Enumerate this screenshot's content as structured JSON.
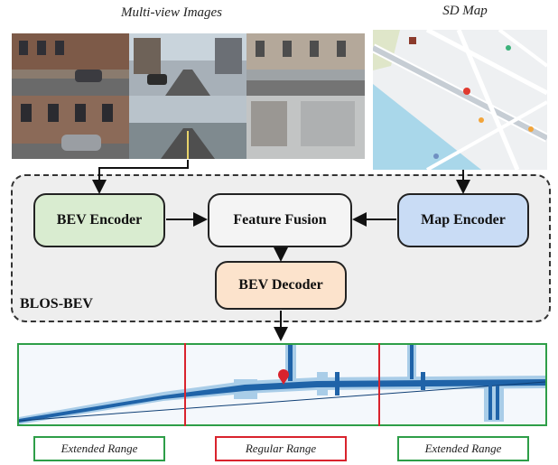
{
  "titles": {
    "multi_view": "Multi-view Images",
    "sd_map": "SD Map"
  },
  "modules": {
    "bev_encoder": "BEV Encoder",
    "feature_fusion": "Feature Fusion",
    "map_encoder": "Map Encoder",
    "bev_decoder": "BEV Decoder"
  },
  "system_label": "BLOS-BEV",
  "ranges": {
    "left": "Extended Range",
    "center": "Regular Range",
    "right": "Extended Range"
  },
  "colors": {
    "bev_encoder": "#d9ecd0",
    "feature_fusion": "#f4f4f4",
    "map_encoder": "#c9dcf5",
    "bev_decoder": "#fce3cc",
    "extended_border": "#2e9e48",
    "regular_border": "#d9232d",
    "road_dark": "#1f63a8",
    "road_light": "#a9cde8"
  }
}
